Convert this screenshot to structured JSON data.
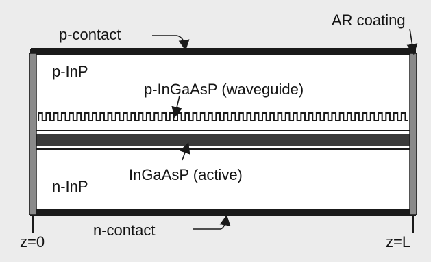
{
  "diagram": {
    "labels": {
      "p_contact": "p-contact",
      "ar_coating": "AR coating",
      "p_inp": "p-InP",
      "waveguide": "p-InGaAsP (waveguide)",
      "active": "InGaAsP (active)",
      "n_inp": "n-InP",
      "n_contact": "n-contact",
      "z0": "z=0",
      "zL": "z=L"
    },
    "grating_period_count": 48,
    "colors": {
      "background": "#ececec",
      "contact": "#1a1a1a",
      "active_layer": "#3a3a3a",
      "ar_coating": "#8a8a8a",
      "ink": "#141414"
    }
  }
}
